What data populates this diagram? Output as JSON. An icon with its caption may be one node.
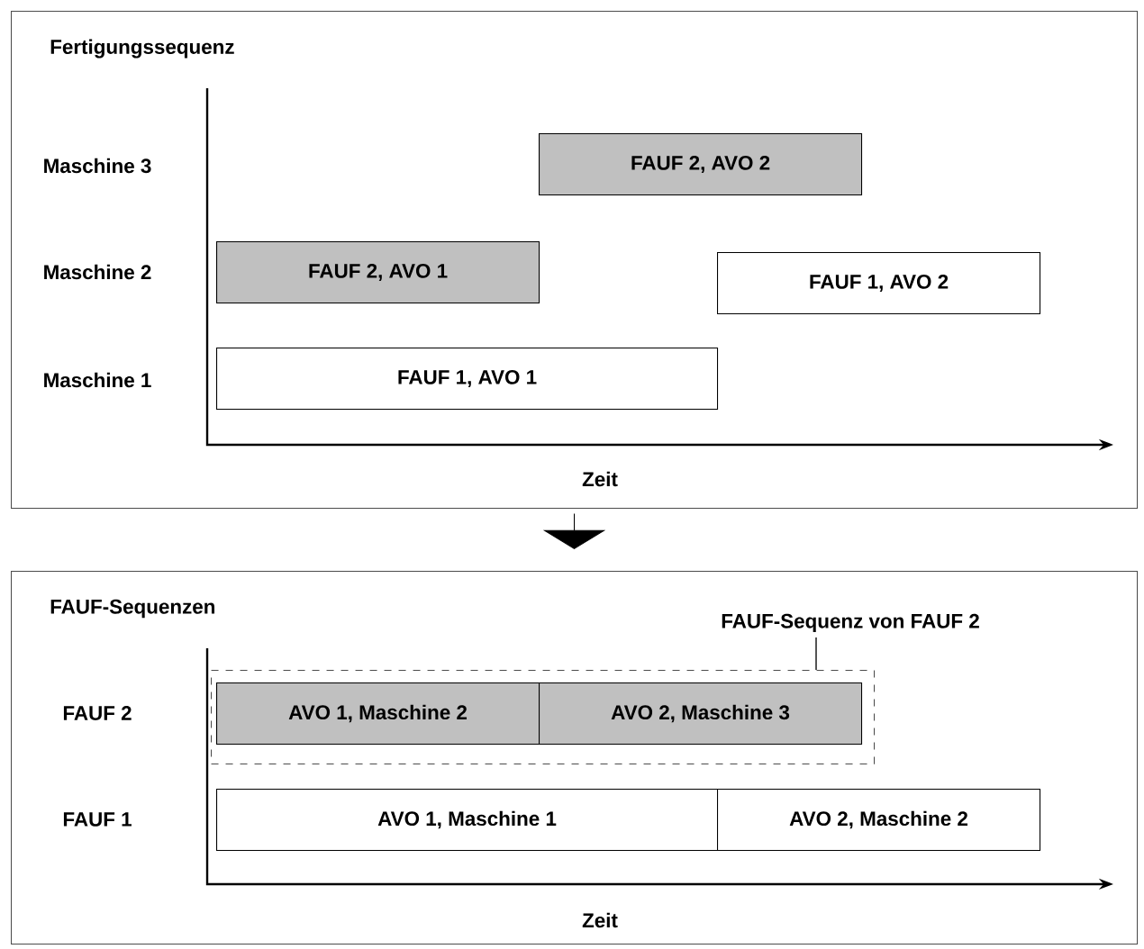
{
  "diagram": {
    "nodes": [
      {
        "text": [
          "Fertigungssequenz"
        ]
      },
      {
        "text": [
          "FAUF 2, AVO 2"
        ],
        "in": 0
      },
      {
        "text": [
          "FAUF 2, AVO 1"
        ],
        "in": 0
      },
      {
        "text": [
          "FAUF 1, AVO 2"
        ],
        "in": 0
      },
      {
        "text": [
          "FAUF 1, AVO 1"
        ],
        "in": 0
      },
      {
        "text": [
          "FAUF-Sequenzen"
        ]
      },
      {
        "text": [
          "FAUF-Sequenz von FAUF 2"
        ],
        "in": 5
      },
      {
        "text": [
          "AVO 1, Maschine 2"
        ],
        "in": 6
      },
      {
        "text": [
          "AVO 2, Maschine 3"
        ],
        "in": 6
      },
      {
        "text": [
          "AVO 1, Maschine 1"
        ],
        "in": 5
      },
      {
        "text": [
          "AVO 2, Maschine 2"
        ],
        "in": 5
      }
    ],
    "edges": [
      {
        "from": 0,
        "to": 5,
        "arrow": "to"
      }
    ],
    "labels": [
      "Maschine 3",
      "Maschine 2",
      "Maschine 1",
      "Zeit",
      "FAUF 2",
      "FAUF 1",
      "Zeit"
    ]
  }
}
